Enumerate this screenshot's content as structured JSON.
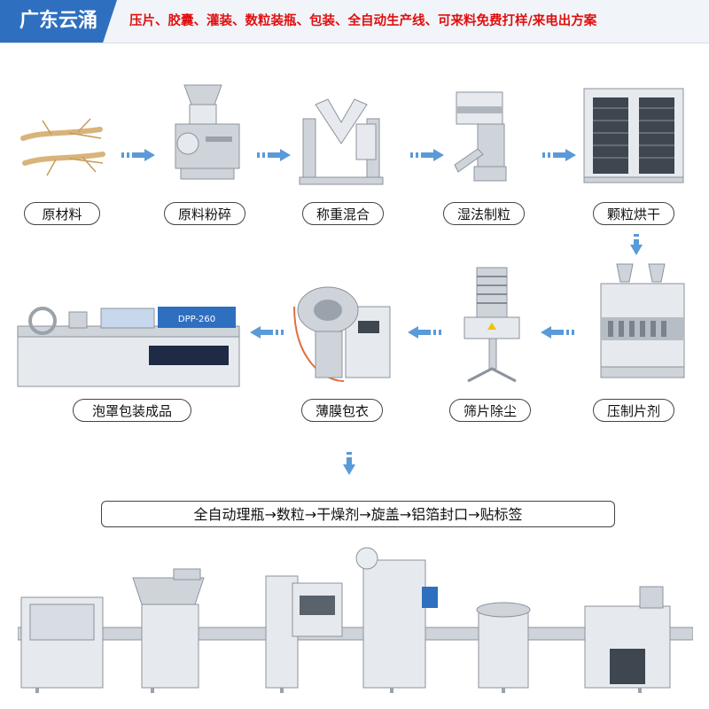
{
  "header": {
    "brand": "广东云涌",
    "tagline": "压片、胶囊、灌装、数粒装瓶、包装、全自动生产线、可来料免费打样/来电出方案"
  },
  "row1": {
    "steps": [
      "原材料",
      "原料粉碎",
      "称重混合",
      "湿法制粒",
      "颗粒烘干"
    ]
  },
  "row2": {
    "steps": [
      "泡罩包装成品",
      "薄膜包衣",
      "筛片除尘",
      "压制片剂"
    ]
  },
  "line": {
    "summary": "全自动理瓶→数粒→干燥剂→旋盖→铝箔封口→贴标签"
  },
  "colors": {
    "brand": "#2f6fc0",
    "tagline": "#e01010",
    "arrow": "#5a9ad8"
  },
  "icons": [
    "ginseng-image",
    "grinder-machine",
    "v-mixer-machine",
    "granulator-machine",
    "drying-oven-machine",
    "blister-packing-machine",
    "coating-machine",
    "deduster-machine",
    "tablet-press-machine",
    "bottling-line-machine"
  ]
}
